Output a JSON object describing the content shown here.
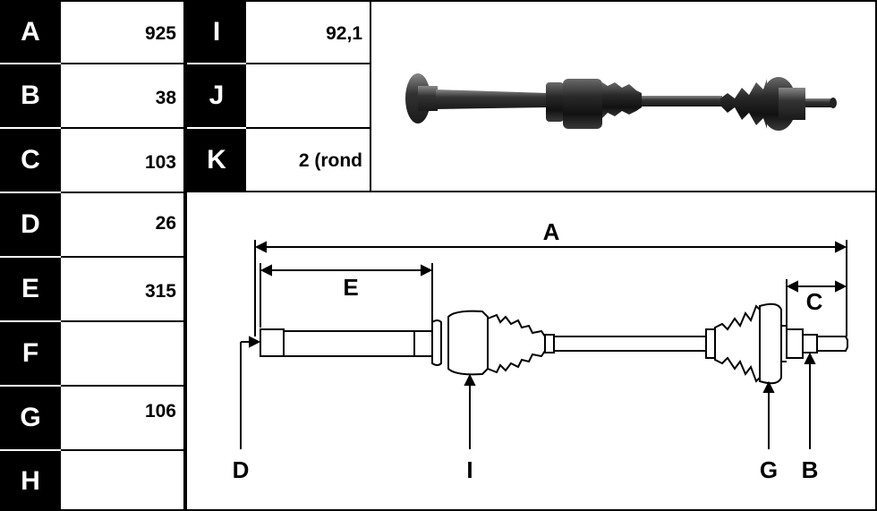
{
  "table_left": [
    {
      "letter": "A",
      "value": "925"
    },
    {
      "letter": "B",
      "value": "38"
    },
    {
      "letter": "C",
      "value": "103"
    },
    {
      "letter": "D",
      "value": "26"
    },
    {
      "letter": "E",
      "value": "315"
    },
    {
      "letter": "F",
      "value": ""
    },
    {
      "letter": "G",
      "value": "106"
    },
    {
      "letter": "H",
      "value": ""
    }
  ],
  "table_right": [
    {
      "letter": "I",
      "value": "92,1"
    },
    {
      "letter": "J",
      "value": ""
    },
    {
      "letter": "K",
      "value": "2 (rond"
    }
  ],
  "diagram_labels": {
    "A": "A",
    "E": "E",
    "C": "C",
    "D": "D",
    "I": "I",
    "G": "G",
    "B": "B"
  },
  "icons": {
    "photo": "drive-shaft-photo-icon",
    "drawing": "drive-shaft-drawing-icon"
  }
}
